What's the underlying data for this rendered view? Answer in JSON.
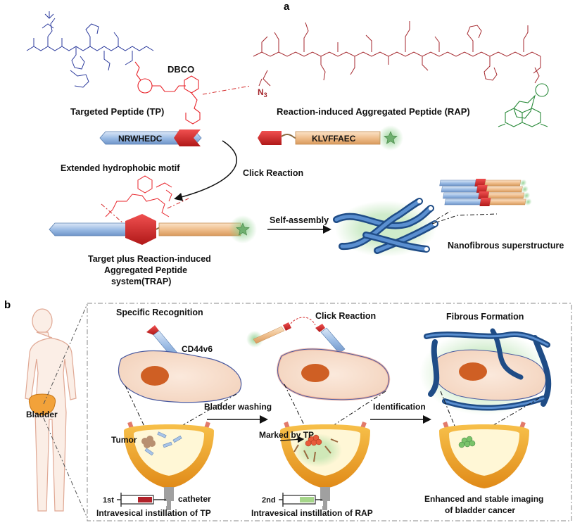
{
  "panel_a": {
    "letter": "a",
    "dbco": "DBCO",
    "n3": "N",
    "n3_sub": "3",
    "tp_caption": "Targeted Peptide (TP)",
    "rap_caption": "Reaction-induced Aggregated Peptide (RAP)",
    "tp_sequence": "NRWHEDC",
    "rap_sequence": "KLVFFAEC",
    "hydrophobic": "Extended hydrophobic motif",
    "click": "Click Reaction",
    "self_assembly": "Self-assembly",
    "trap_line1": "Target plus Reaction-induced",
    "trap_line2": "Aggregated Peptide",
    "trap_line3": "system(TRAP)",
    "nanofiber": "Nanofibrous superstructure"
  },
  "panel_b": {
    "letter": "b",
    "bladder": "Bladder",
    "specific": "Specific Recognition",
    "cd44": "CD44v6",
    "click": "Click Reaction",
    "fibrous": "Fibrous Formation",
    "washing": "Bladder washing",
    "identification": "Identification",
    "tumor": "Tumor",
    "marked": "Marked by TP",
    "first": "1st",
    "catheter": "catheter",
    "second": "2nd",
    "step1": "Intravesical instillation of TP",
    "step2": "Intravesical instillation of RAP",
    "result_line1": "Enhanced and stable imaging",
    "result_line2": "of bladder cancer"
  },
  "colors": {
    "tp_blue": "#2b3a9c",
    "rap_red": "#a4262c",
    "dbco_red": "#e8232a",
    "dye_green": "#2a8a3a",
    "fiber_blue": "#2f5f9a",
    "bladder_orange": "#f0a030"
  }
}
